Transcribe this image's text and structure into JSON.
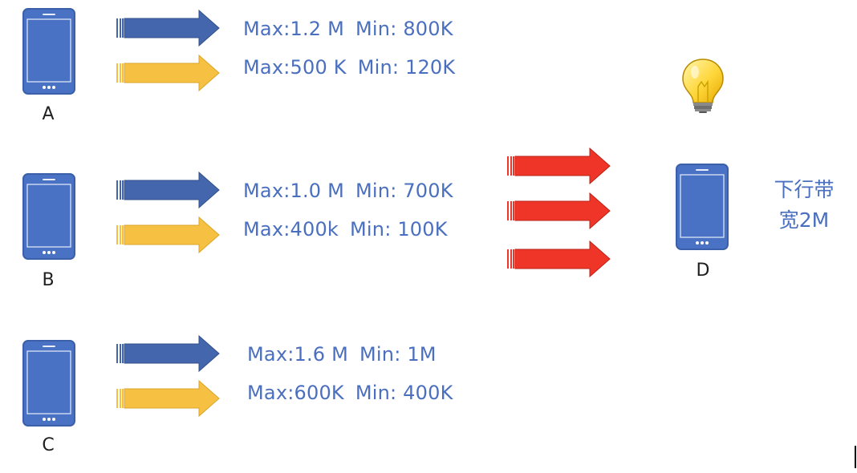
{
  "colors": {
    "phone_body": "#4a72c4",
    "phone_border": "#3b5fa8",
    "phone_screen_line": "#e8eefc",
    "blue_arrow": "#4466ad",
    "yellow_arrow": "#f6c142",
    "red_arrow": "#ef3428",
    "text_blue": "#4a6fbf"
  },
  "senders": [
    {
      "label": "A",
      "high": {
        "max": "Max:1.2 M",
        "min": "Min: 800K"
      },
      "low": {
        "max": "Max:500 K",
        "min": "Min: 120K"
      }
    },
    {
      "label": "B",
      "high": {
        "max": "Max:1.0 M",
        "min": "Min: 700K"
      },
      "low": {
        "max": "Max:400k",
        "min": "Min: 100K"
      }
    },
    {
      "label": "C",
      "high": {
        "max": "Max:1.6 M",
        "min": "Min: 1M"
      },
      "low": {
        "max": "Max:600K",
        "min": "Min: 400K"
      }
    }
  ],
  "receiver": {
    "label": "D",
    "bandwidth_line1": "下行带",
    "bandwidth_line2": "宽2M",
    "icon": "lightbulb-icon"
  }
}
